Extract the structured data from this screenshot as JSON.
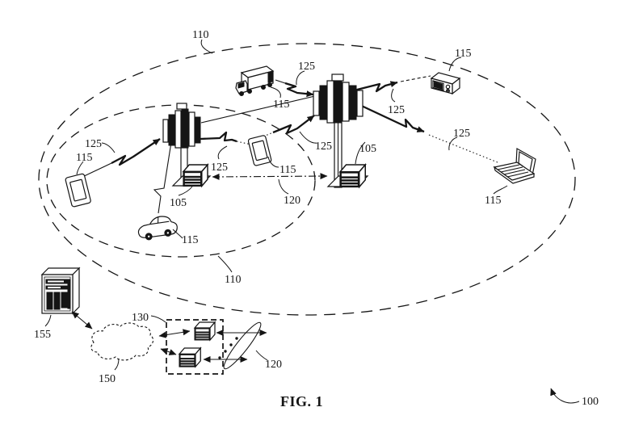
{
  "figure_caption": "FIG. 1",
  "figure_number": "100",
  "reference_labels": {
    "outer_coverage_area": "110",
    "inner_coverage_area": "110",
    "base_station_left": "105",
    "base_station_right": "105",
    "ue_phone_left": "115",
    "ue_truck": "115",
    "ue_iot_device": "115",
    "ue_laptop": "115",
    "ue_phone_middle": "115",
    "ue_car": "115",
    "link_phone_left": "125",
    "link_truck": "125",
    "link_iot_device": "125",
    "link_laptop": "125",
    "link_phone_middle_left": "125",
    "link_phone_middle_right": "125",
    "backhaul_link_middle": "120",
    "backhaul_links_bottom": "120",
    "core_network": "130",
    "network_cloud": "150",
    "server": "155"
  }
}
